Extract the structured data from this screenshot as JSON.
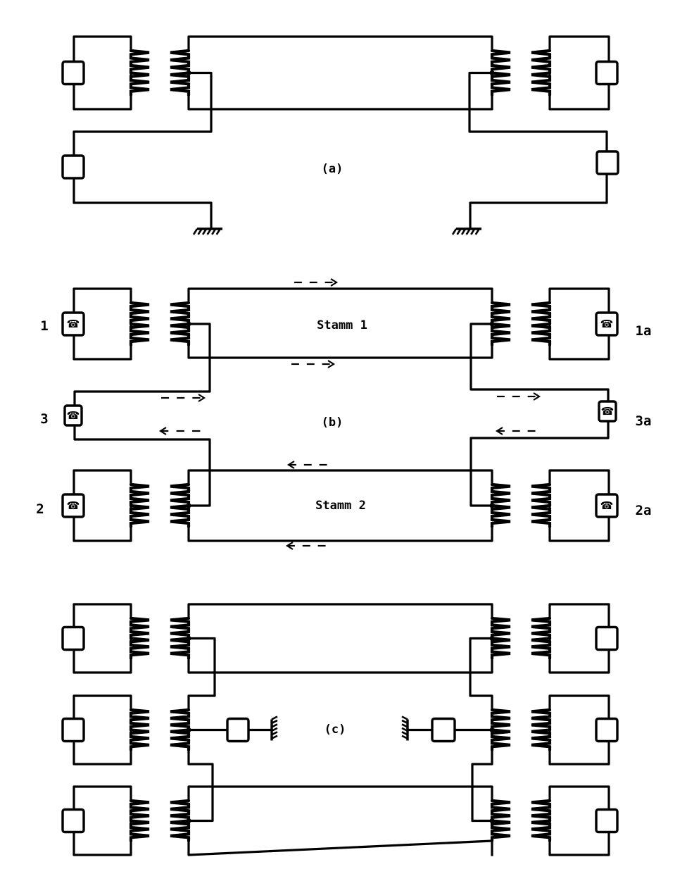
{
  "figure": {
    "panels": [
      {
        "id": "a",
        "label": "(a)",
        "description": "Two transformer-coupled lines with earth-return (ground) circuit via center taps"
      },
      {
        "id": "b",
        "label": "(b)",
        "trunks": [
          "Stamm 1",
          "Stamm 2"
        ],
        "stations_left": [
          "1",
          "3",
          "2"
        ],
        "stations_right": [
          "1a",
          "3a",
          "2a"
        ],
        "arrow_direction_trunk1": "right",
        "arrow_direction_trunk2": "left",
        "arrow_direction_phantom_top": "right",
        "arrow_direction_phantom_bottom": "left",
        "station_icon": "telephone-icon"
      },
      {
        "id": "c",
        "label": "(c)",
        "description": "Three line pairs with phantom circuit via center taps, middle pair grounded through a box on each side"
      }
    ],
    "phone_glyph": "☎"
  }
}
